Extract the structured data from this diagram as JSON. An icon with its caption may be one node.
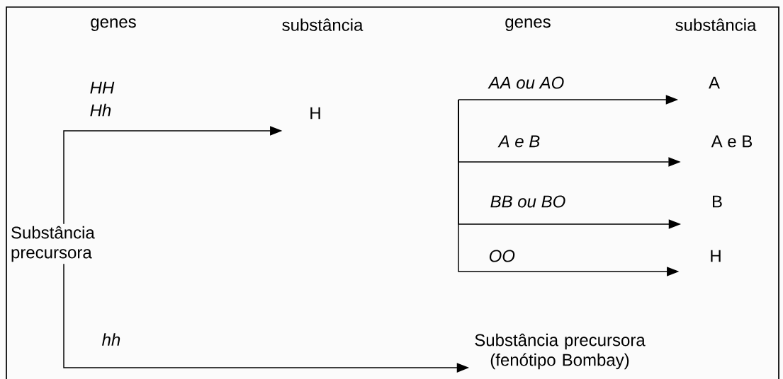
{
  "diagram": {
    "nodes": [
      {
        "text": [
          "Substância precursora"
        ]
      },
      {
        "text": [
          "H"
        ]
      },
      {
        "text": [
          "A"
        ]
      },
      {
        "text": [
          "A e B"
        ]
      },
      {
        "text": [
          "B"
        ]
      },
      {
        "text": [
          "H"
        ]
      },
      {
        "text": [
          "Substância precursora (fenótipo Bombay)"
        ]
      }
    ],
    "edges": [
      {
        "from": 0,
        "to": 1,
        "arrow": "to",
        "label": "HH Hh"
      },
      {
        "from": null,
        "to": 2,
        "arrow": "to",
        "label": "AA ou AO"
      },
      {
        "from": null,
        "to": 3,
        "arrow": "to",
        "label": "A e B"
      },
      {
        "from": null,
        "to": 4,
        "arrow": "to",
        "label": "BB ou BO"
      },
      {
        "from": null,
        "to": 5,
        "arrow": "to",
        "label": "OO"
      },
      {
        "from": 0,
        "to": 6,
        "arrow": "to",
        "label": "hh"
      }
    ],
    "labels": [
      "genes",
      "substância",
      "genes",
      "substância"
    ]
  }
}
